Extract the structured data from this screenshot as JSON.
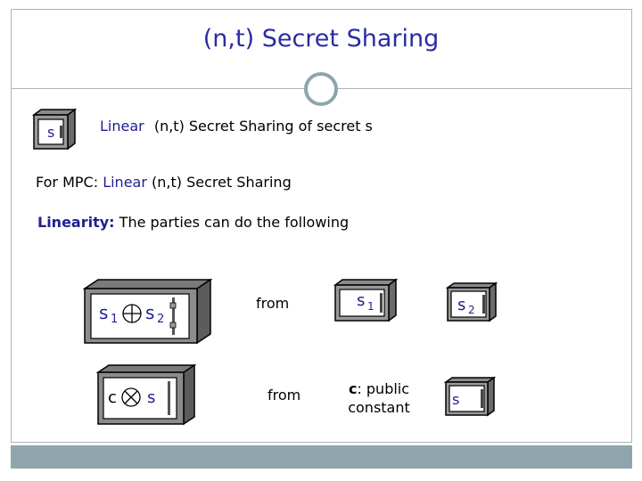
{
  "slide": {
    "title": "(n,t) Secret Sharing",
    "line1_prefix": "Linear",
    "line1_rest": "(n,t) Secret Sharing of secret s",
    "line2_prefix": "For MPC: ",
    "line2_linear": "Linear",
    "line2_rest": " (n,t) Secret Sharing",
    "line3_bold": "Linearity:",
    "line3_rest": " The parties can do the following",
    "from_1": "from",
    "from_2": "from",
    "const_label_c": "c",
    "const_label_rest": ": public",
    "const_label_line2": "constant"
  },
  "safes": {
    "safe_s": {
      "label": "s"
    },
    "safe_sum": {
      "a": "s",
      "a_sub": "1",
      "b": "s",
      "b_sub": "2"
    },
    "safe_mul": {
      "a": "c",
      "b": "s"
    },
    "safe_s1": {
      "label": "s",
      "sub": "1"
    },
    "safe_s2": {
      "label": "s",
      "sub": "2"
    },
    "safe_s_bottom": {
      "label": "s"
    }
  },
  "colors": {
    "title": "#2b2ba3",
    "accent": "#1f1f8f",
    "bar": "#8ea5ad"
  }
}
